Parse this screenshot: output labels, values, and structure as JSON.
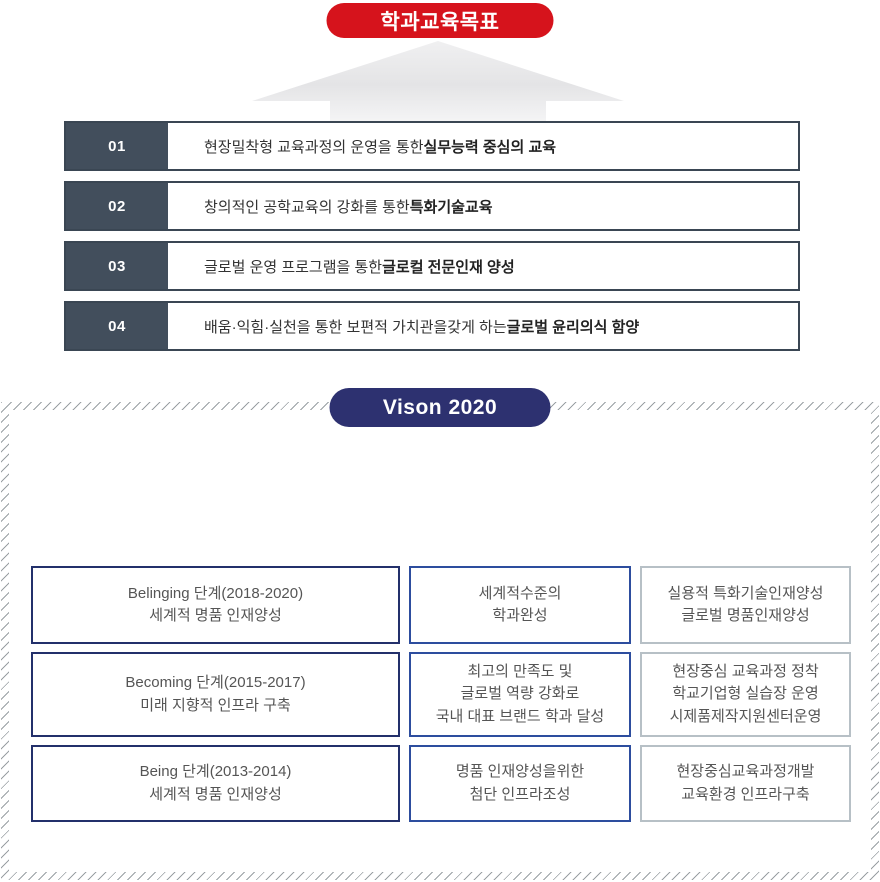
{
  "colors": {
    "red_badge": "#d6131c",
    "navy_badge": "#2d3170",
    "row_number_bg": "#424e5c",
    "row_border": "#3a4653",
    "cell_border_left_col": "#23306b",
    "cell_border_mid_col": "#2d4d9e",
    "cell_border_right_col": "#b7c0c6",
    "arrow_fill": "#e9e9ea"
  },
  "goals": {
    "badge": "학과교육목표",
    "rows": [
      {
        "num": "01",
        "text": "현장밀착형 교육과정의 운영을 통한 ",
        "bold": "실무능력 중심의 교육"
      },
      {
        "num": "02",
        "text": "창의적인 공학교육의 강화를 통한 ",
        "bold": "특화기술교육"
      },
      {
        "num": "03",
        "text": "글로벌 운영 프로그램을 통한 ",
        "bold": "글로컬 전문인재 양성"
      },
      {
        "num": "04",
        "text": "배움·익힘·실천을 통한 보편적 가치관을갖게 하는",
        "bold": "글로벌 윤리의식 함양"
      }
    ]
  },
  "vision": {
    "badge": "Vison 2020",
    "cells": [
      {
        "text": "Belinging 단계(2018-2020)\n세계적 명품 인재양성"
      },
      {
        "text": "세계적수준의\n학과완성"
      },
      {
        "text": "실용적 특화기술인재양성\n글로벌 명품인재양성"
      },
      {
        "text": "Becoming 단계(2015-2017)\n미래 지향적 인프라 구축"
      },
      {
        "text": "최고의 만족도 및\n글로벌 역량 강화로\n국내 대표 브랜드 학과 달성"
      },
      {
        "text": "현장중심 교육과정 정착\n학교기업형 실습장 운영\n시제품제작지원센터운영"
      },
      {
        "text": "Being 단계(2013-2014)\n세계적 명품 인재양성"
      },
      {
        "text": "명품 인재양성을위한\n첨단 인프라조성"
      },
      {
        "text": "현장중심교육과정개발\n교육환경 인프라구축"
      }
    ]
  }
}
